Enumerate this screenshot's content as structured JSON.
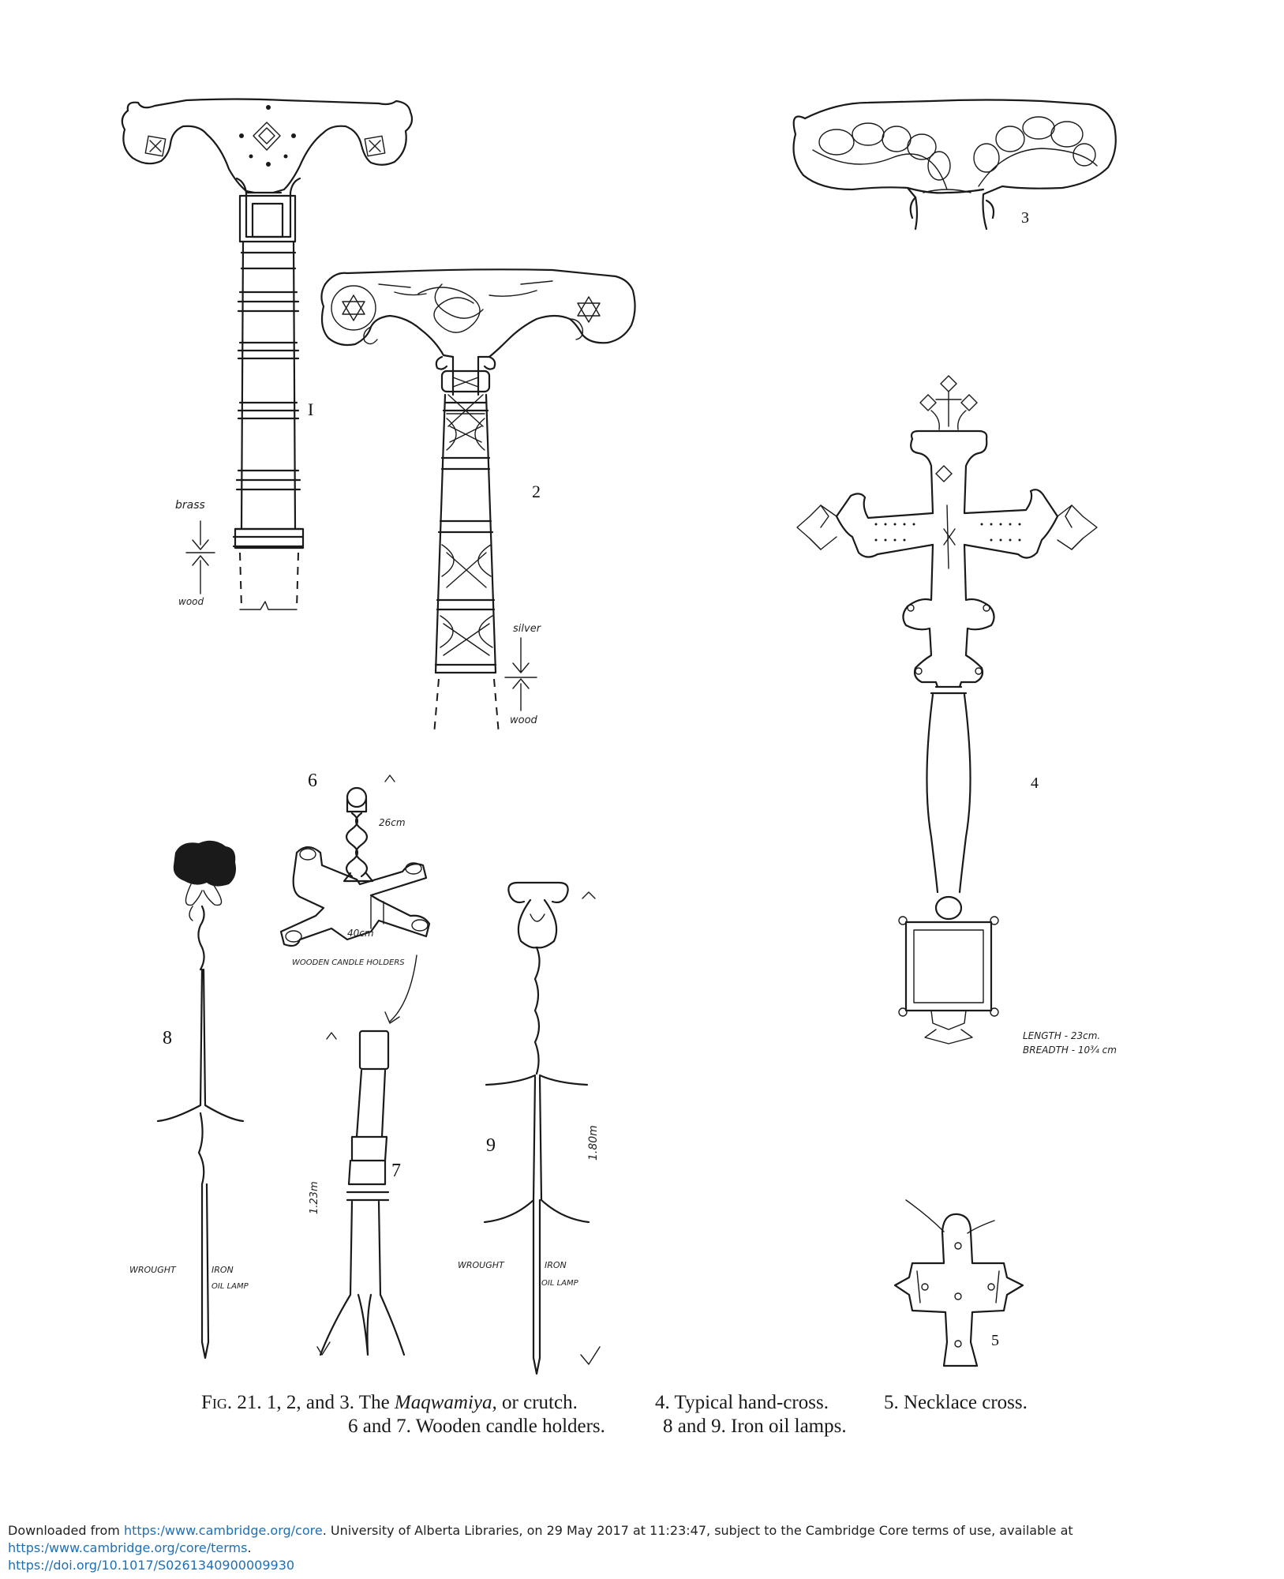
{
  "figure": {
    "numbers": {
      "n1": "I",
      "n2": "2",
      "n3": "3",
      "n4": "4",
      "n5": "5",
      "n6": "6",
      "n7": "7",
      "n8": "8",
      "n9": "9"
    },
    "annotations": {
      "brass": "brass",
      "wood_1": "wood",
      "silver": "silver",
      "wood_2": "wood",
      "size_26": "26cm",
      "size_40": "40cm",
      "candle_holders": "WOODEN CANDLE HOLDERS",
      "height_7": "1.23m",
      "height_9": "1.80m",
      "lamp8_wrought": "WROUGHT",
      "lamp8_iron": "IRON",
      "lamp8_oil": "OIL LAMP",
      "lamp9_wrought": "WROUGHT",
      "lamp9_iron": "IRON",
      "lamp9_oil": "OIL LAMP",
      "length": "LENGTH - 23cm.",
      "breadth": "BREADTH - 10¾ cm"
    }
  },
  "caption": {
    "fig_label": "Fig. 21.",
    "item_123_prefix": "1, 2, and 3. The",
    "item_123_term": "Maqwamiya,",
    "item_123_suffix": "or crutch.",
    "item_4": "4. Typical hand-cross.",
    "item_5": "5. Necklace cross.",
    "item_67": "6 and 7. Wooden candle holders.",
    "item_89": "8 and 9. Iron oil lamps."
  },
  "footer": {
    "prefix": "Downloaded from",
    "link1": "https:/www.cambridge.org/core",
    "middle": ". University of Alberta Libraries, on 29 May 2017 at 11:23:47, subject to the Cambridge Core terms of use, available at",
    "link2": "https:/www.cambridge.org/core/terms",
    "end": ".",
    "doi": "https://doi.org/10.1017/S0261340900009930"
  }
}
